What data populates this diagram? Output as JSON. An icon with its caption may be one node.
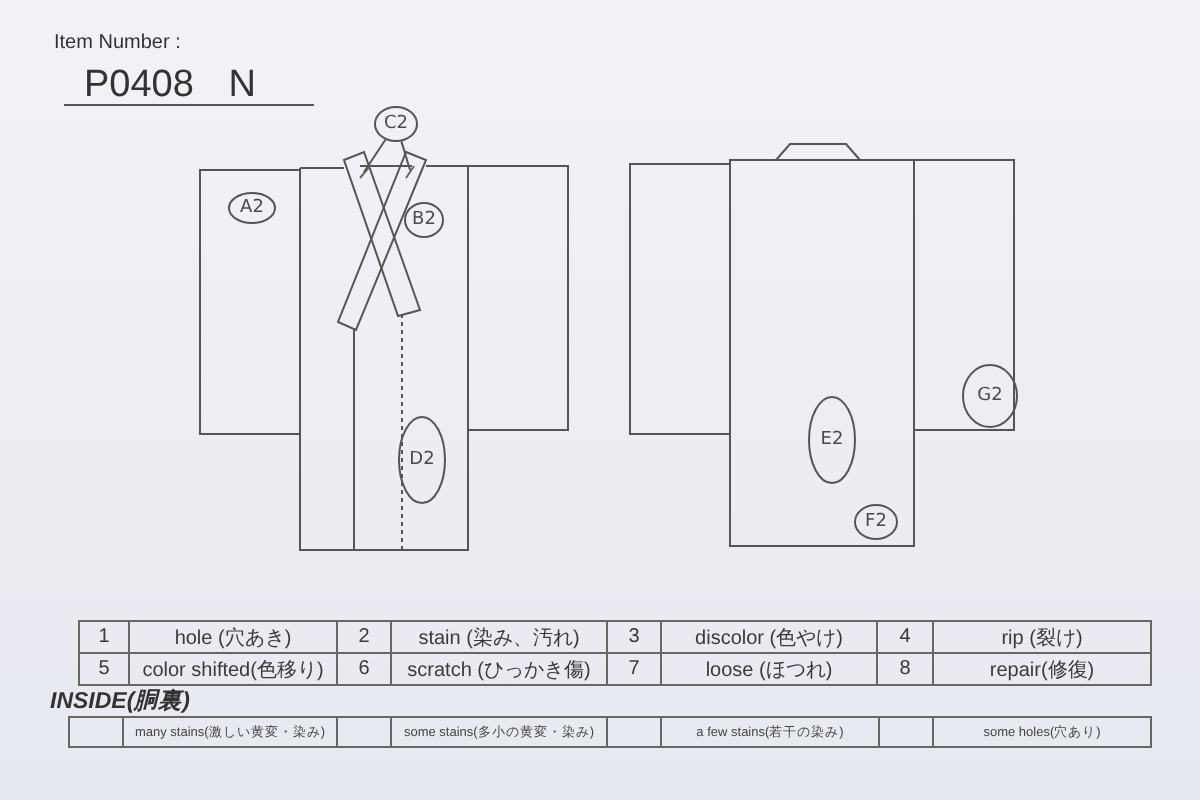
{
  "diagram": {
    "nodes": [
      {
        "text": [
          "A2"
        ]
      },
      {
        "text": [
          "B2"
        ]
      },
      {
        "text": [
          "C2"
        ]
      },
      {
        "text": [
          "D2"
        ]
      },
      {
        "text": [
          "E2"
        ]
      },
      {
        "text": [
          "F2"
        ]
      },
      {
        "text": [
          "G2"
        ]
      }
    ],
    "edges": [
      {
        "from": 2,
        "to": null,
        "arrow": "none"
      },
      {
        "from": 2,
        "to": null,
        "arrow": "none"
      }
    ],
    "labels": [
      "Item Number :",
      "P0408 N",
      "1",
      "hole (穴あき)",
      "2",
      "stain (染み、汚れ)",
      "3",
      "discolor (色やけ)",
      "4",
      "rip (裂け)",
      "5",
      "color shifted(色移り)",
      "6",
      "scratch (ひっかき傷)",
      "7",
      "loose (ほつれ)",
      "8",
      "repair(修復)",
      "INSIDE(胴裏)",
      "many stains(激しい黄変・染み)",
      "some stains(多小の黄変・染み)",
      "a few stains(若干の染み)",
      "some holes(穴あり)"
    ]
  }
}
